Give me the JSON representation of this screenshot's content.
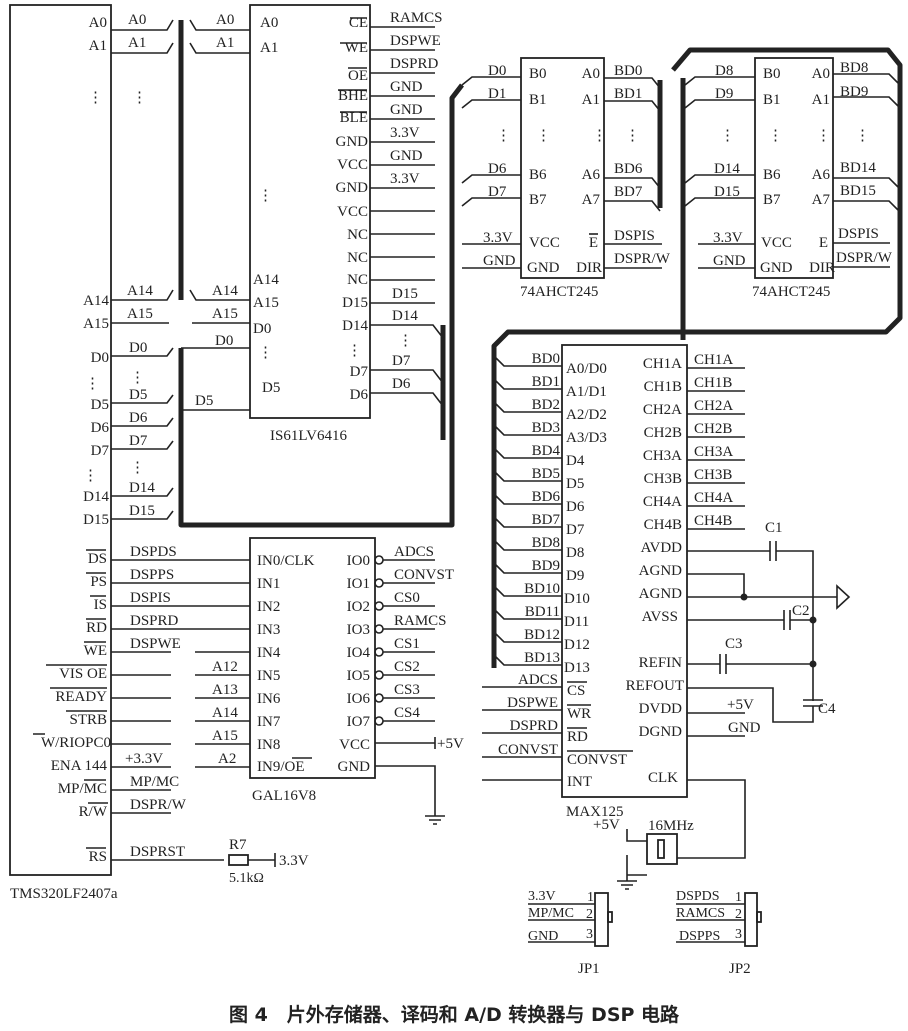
{
  "caption": "图 4　片外存储器、译码和 A/D 转换器与 DSP 电路",
  "ellipsis": "⋮",
  "dsp": {
    "name": "TMS320LF2407a",
    "pins_top": [
      "A0",
      "A1"
    ],
    "pins_addr_end": [
      "A14",
      "A15"
    ],
    "pins_data": [
      "D0",
      "D5",
      "D6",
      "D7",
      "D14",
      "D15"
    ],
    "pins_ctrl": [
      "DS",
      "PS",
      "IS",
      "RD",
      "WE",
      "VIS OE",
      "READY",
      "STRB",
      "W/RIOPC0",
      "ENA 144",
      "MP/MC",
      "R/W",
      "RS"
    ],
    "nets_top": [
      "A0",
      "A1"
    ],
    "nets_addr_end": [
      "A14",
      "A15"
    ],
    "nets_data": [
      "D0",
      "D5",
      "D6",
      "D7",
      "D14",
      "D15"
    ],
    "nets_ctrl": [
      "DSPDS",
      "DSPPS",
      "DSPIS",
      "DSPRD",
      "DSPWE",
      "+3.3V",
      "MP/MC",
      "DSPR/W",
      "DSPRST"
    ]
  },
  "sram": {
    "name": "IS61LV6416",
    "left_pins": [
      "A0",
      "A1",
      "A14",
      "A15",
      "D0",
      "D5"
    ],
    "left_nets": [
      "A0",
      "A1",
      "A14",
      "A15",
      "D0",
      "D5"
    ],
    "right_pins": [
      "CE",
      "WE",
      "OE",
      "BHE",
      "BLE",
      "GND",
      "VCC",
      "GND",
      "VCC",
      "NC",
      "NC",
      "NC",
      "D15",
      "D14",
      "D7",
      "D6"
    ],
    "right_nets": [
      "RAMCS",
      "DSPWE",
      "DSPRD",
      "GND",
      "GND",
      "3.3V",
      "GND",
      "3.3V",
      "",
      "",
      "",
      "",
      "D15",
      "D14",
      "D7",
      "D6"
    ]
  },
  "buffer1": {
    "name": "74AHCT245",
    "left_nets": [
      "D0",
      "D1",
      "D6",
      "D7",
      "3.3V",
      "GND"
    ],
    "left_pins": [
      "B0",
      "B1",
      "B6",
      "B7",
      "VCC",
      "GND"
    ],
    "right_pins": [
      "A0",
      "A1",
      "A6",
      "A7",
      "E",
      "DIR"
    ],
    "right_nets": [
      "BD0",
      "BD1",
      "BD6",
      "BD7",
      "DSPIS",
      "DSPR/W"
    ]
  },
  "buffer2": {
    "name": "74AHCT245",
    "left_nets": [
      "D8",
      "D9",
      "D14",
      "D15",
      "3.3V",
      "GND"
    ],
    "left_pins": [
      "B0",
      "B1",
      "B6",
      "B7",
      "VCC",
      "GND"
    ],
    "right_pins": [
      "A0",
      "A1",
      "A6",
      "A7",
      "E",
      "DIR"
    ],
    "right_nets": [
      "BD8",
      "BD9",
      "BD14",
      "BD15",
      "DSPIS",
      "DSPR/W"
    ]
  },
  "gal": {
    "name": "GAL16V8",
    "left_pins": [
      "IN0/CLK",
      "IN1",
      "IN2",
      "IN3",
      "IN4",
      "IN5",
      "IN6",
      "IN7",
      "IN8",
      "IN9/OE"
    ],
    "left_nets": [
      "A12",
      "A13",
      "A14",
      "A15",
      "A2"
    ],
    "right_pins": [
      "IO0",
      "IO1",
      "IO2",
      "IO3",
      "IO4",
      "IO5",
      "IO6",
      "IO7",
      "VCC",
      "GND"
    ],
    "right_nets": [
      "ADCS",
      "CONVST",
      "CS0",
      "RAMCS",
      "CS1",
      "CS2",
      "CS3",
      "CS4",
      "+5V"
    ]
  },
  "adc": {
    "name": "MAX125",
    "left_pins": [
      "A0/D0",
      "A1/D1",
      "A2/D2",
      "A3/D3",
      "D4",
      "D5",
      "D6",
      "D7",
      "D8",
      "D9",
      "D10",
      "D11",
      "D12",
      "D13",
      "CS",
      "WR",
      "RD",
      "CONVST",
      "INT"
    ],
    "left_nets": [
      "BD0",
      "BD1",
      "BD2",
      "BD3",
      "BD4",
      "BD5",
      "BD6",
      "BD7",
      "BD8",
      "BD9",
      "BD10",
      "BD11",
      "BD12",
      "BD13",
      "ADCS",
      "DSPWE",
      "DSPRD",
      "CONVST"
    ],
    "right_pins": [
      "CH1A",
      "CH1B",
      "CH2A",
      "CH2B",
      "CH3A",
      "CH3B",
      "CH4A",
      "CH4B",
      "AVDD",
      "AGND",
      "AGND",
      "AVSS",
      "REFIN",
      "REFOUT",
      "DVDD",
      "DGND",
      "CLK"
    ],
    "right_nets": [
      "CH1A",
      "CH1B",
      "CH2A",
      "CH2B",
      "CH3A",
      "CH3B",
      "CH4A",
      "CH4B",
      "+5V",
      "GND"
    ]
  },
  "passives": {
    "caps": [
      "C1",
      "C2",
      "C3",
      "C4"
    ],
    "resistor": {
      "ref": "R7",
      "value": "5.1kΩ",
      "net": "3.3V"
    },
    "crystal": {
      "freq": "16MHz",
      "supply": "+5V"
    }
  },
  "jumpers": [
    {
      "name": "JP1",
      "nets": [
        "3.3V",
        "MP/MC",
        "GND"
      ],
      "pins": [
        "1",
        "2",
        "3"
      ]
    },
    {
      "name": "JP2",
      "nets": [
        "DSPDS",
        "RAMCS",
        "DSPPS"
      ],
      "pins": [
        "1",
        "2",
        "3"
      ]
    }
  ]
}
